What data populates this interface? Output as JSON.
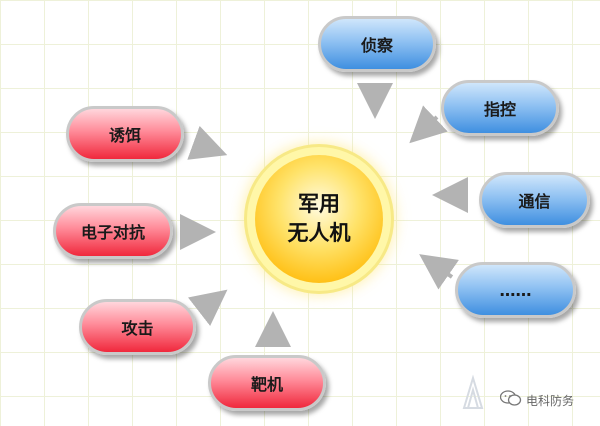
{
  "center": {
    "line1": "军用",
    "line2": "无人机"
  },
  "red_nodes": [
    {
      "label": "诱饵"
    },
    {
      "label": "电子对抗"
    },
    {
      "label": "攻击"
    },
    {
      "label": "靶机"
    }
  ],
  "blue_nodes": [
    {
      "label": "侦察"
    },
    {
      "label": "指控"
    },
    {
      "label": "通信"
    },
    {
      "label": "……"
    }
  ],
  "watermark": {
    "text": "电科防务"
  },
  "colors": {
    "red_node": "#f0283c",
    "blue_node": "#3f8fe0",
    "center": "#ffc21a",
    "arrow": "#b3b3b3"
  }
}
